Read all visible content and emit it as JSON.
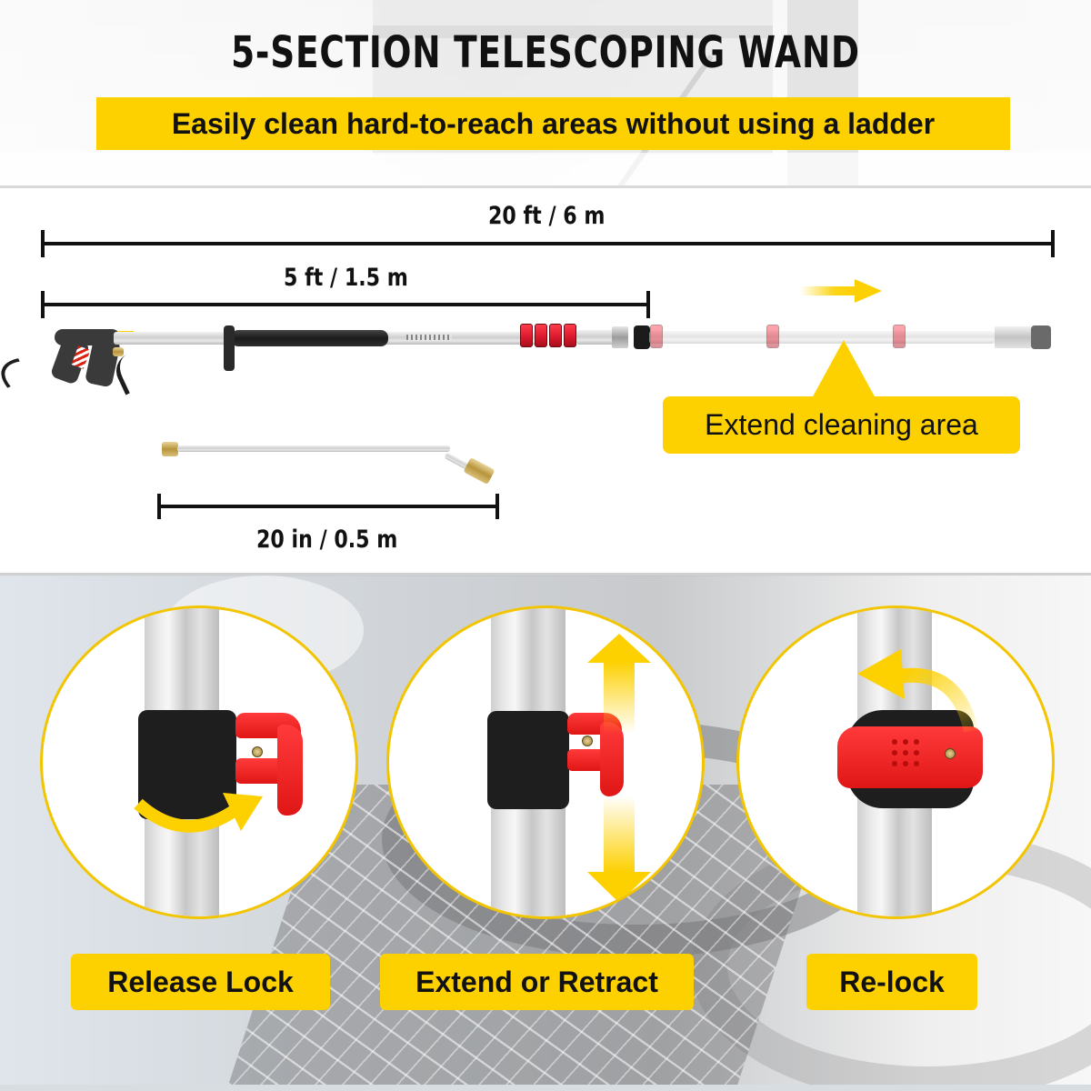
{
  "header": {
    "title": "5-SECTION TELESCOPING WAND",
    "subtitle": "Easily clean hard-to-reach areas without using a ladder"
  },
  "dimensions": {
    "extended_length": "20 ft / 6 m",
    "retracted_length": "5 ft / 1.5 m",
    "extension_wand_length": "20 in / 0.5 m"
  },
  "callout": {
    "label": "Extend cleaning area",
    "arrow_icon": "arrow-right-icon"
  },
  "steps": [
    {
      "label": "Release Lock",
      "icon": "curved-arrow-clockwise-icon"
    },
    {
      "label": "Extend or Retract",
      "icon": "double-arrow-vertical-icon"
    },
    {
      "label": "Re-lock",
      "icon": "curved-arrow-counterclockwise-icon"
    }
  ],
  "colors": {
    "accent_yellow": "#fdd000",
    "circle_border": "#f2c500",
    "lever_red": "#e01616",
    "text": "#111111"
  }
}
